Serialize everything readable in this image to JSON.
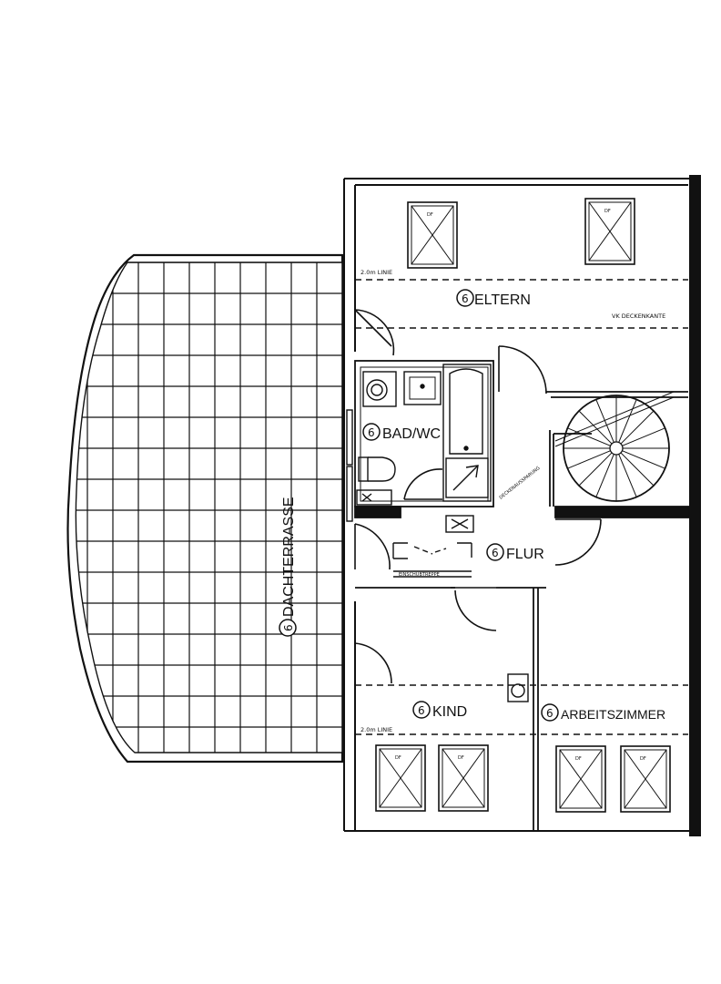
{
  "plan": {
    "rooms": [
      {
        "id": "eltern",
        "number": "6",
        "name": "ELTERN"
      },
      {
        "id": "bad",
        "number": "6",
        "name": "BAD/WC"
      },
      {
        "id": "flur",
        "number": "6",
        "name": "FLUR"
      },
      {
        "id": "kind",
        "number": "6",
        "name": "KIND"
      },
      {
        "id": "arbeit",
        "number": "6",
        "name": "ARBEITSZIMMER"
      },
      {
        "id": "terrasse",
        "number": "6",
        "name": "DACHTERRASSE"
      }
    ],
    "annotations": {
      "height_line_top": "2.0m LINIE",
      "height_line_bottom": "2.0m LINIE",
      "ceiling_edge": "VK DECKENKANTE",
      "ceiling_opening": "DECKENAUSSPARUNG",
      "pulldown_stair": "EINSCHUBTREPPE",
      "roof_window": "DF"
    }
  }
}
